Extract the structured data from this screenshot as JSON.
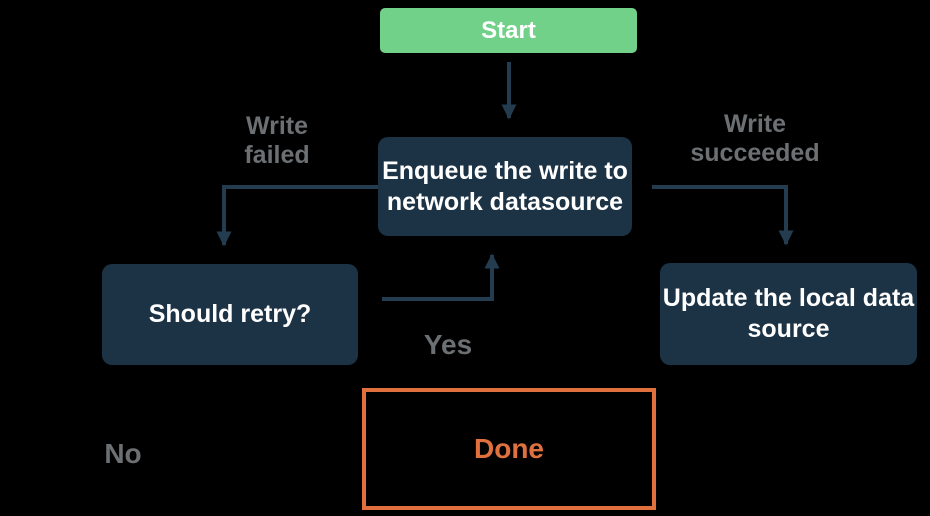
{
  "flowchart": {
    "nodes": {
      "start": {
        "label": "Start"
      },
      "enqueue": {
        "label": "Enqueue the write to\nnetwork datasource"
      },
      "should_retry": {
        "label": "Should retry?"
      },
      "update_local": {
        "label": "Update the local data\nsource"
      },
      "done": {
        "label": "Done"
      }
    },
    "edge_labels": {
      "write_failed": "Write\nfailed",
      "write_succeeded": "Write\nsucceeded",
      "yes": "Yes",
      "no": "No"
    },
    "colors": {
      "background": "#000000",
      "start_fill": "#72D189",
      "process_fill": "#1C3245",
      "node_text": "#FFFFFF",
      "arrow": "#233C50",
      "edge_label_text": "#6C7073",
      "done_accent": "#E0713F"
    }
  }
}
